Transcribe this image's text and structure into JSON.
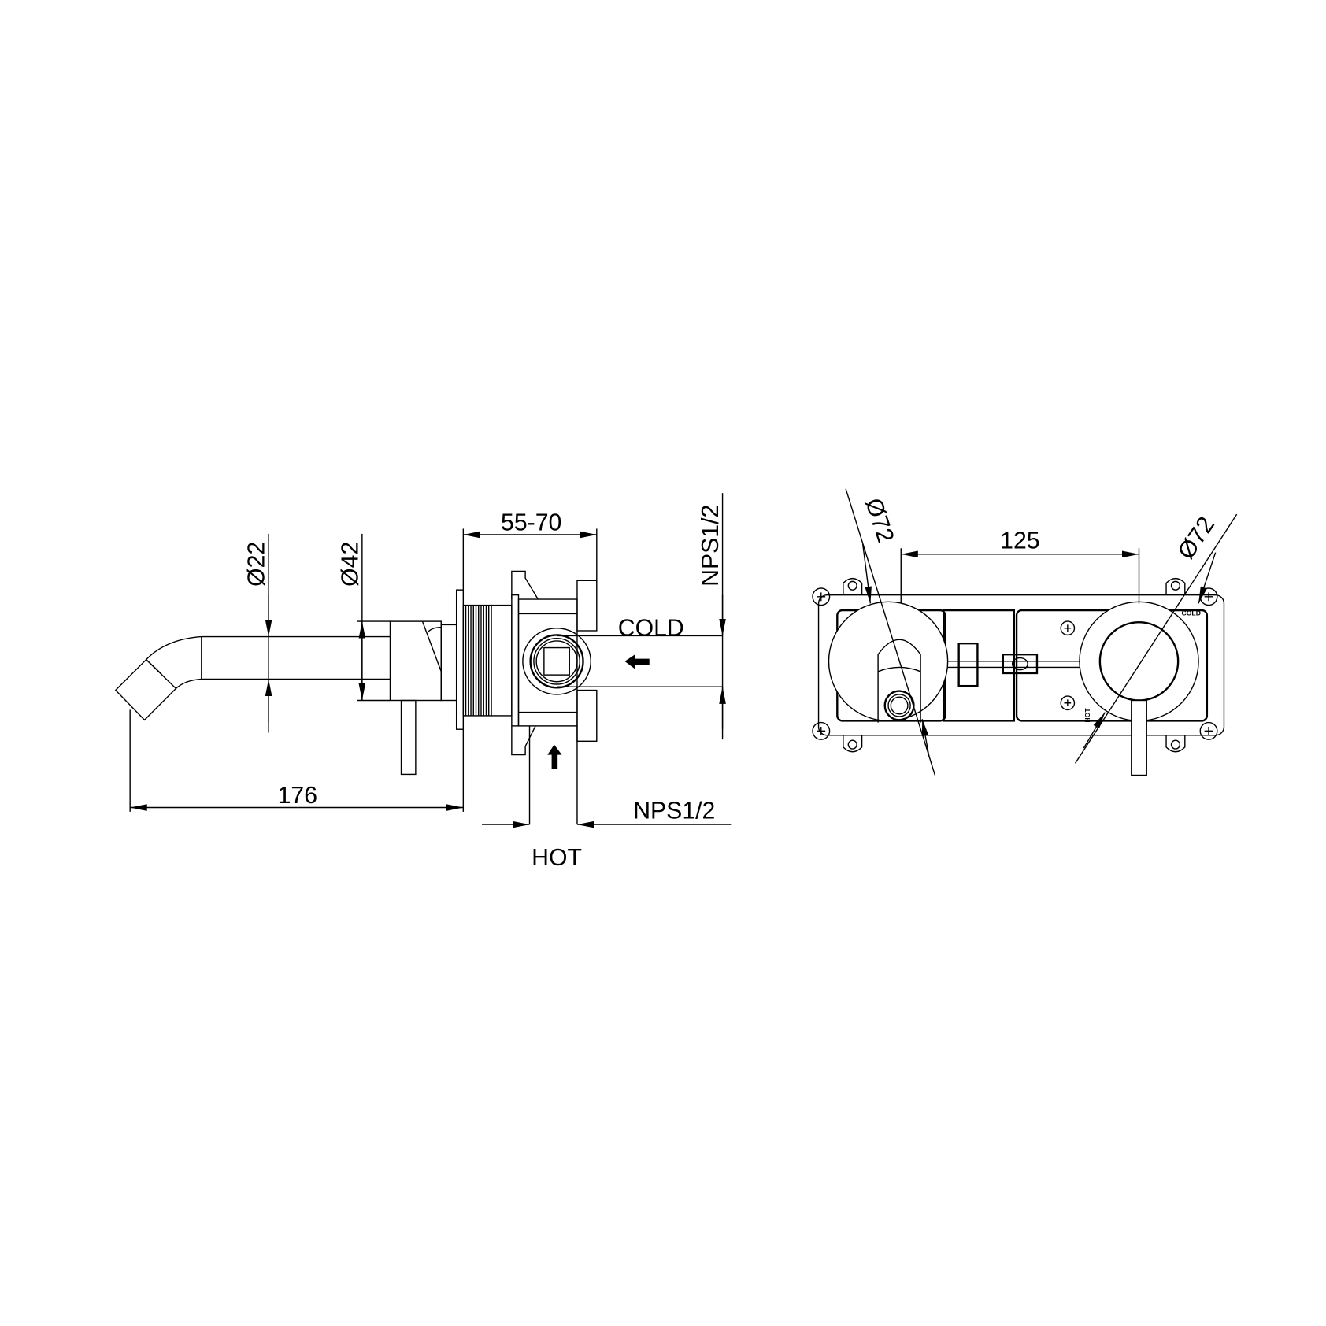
{
  "side_view": {
    "spout_diameter": "Ø22",
    "body_diameter": "Ø42",
    "wall_depth": "55-70",
    "cold_connection": "NPS1/2",
    "cold_label": "COLD",
    "hot_connection": "NPS1/2",
    "hot_label": "HOT",
    "spout_length": "176"
  },
  "front_view": {
    "left_plate_diameter": "Ø72",
    "right_plate_diameter": "Ø72",
    "center_distance": "125",
    "box_label_cold": "COLD",
    "box_label_hot": "HOT"
  },
  "colors": {
    "line": "#000000",
    "background": "#ffffff"
  }
}
